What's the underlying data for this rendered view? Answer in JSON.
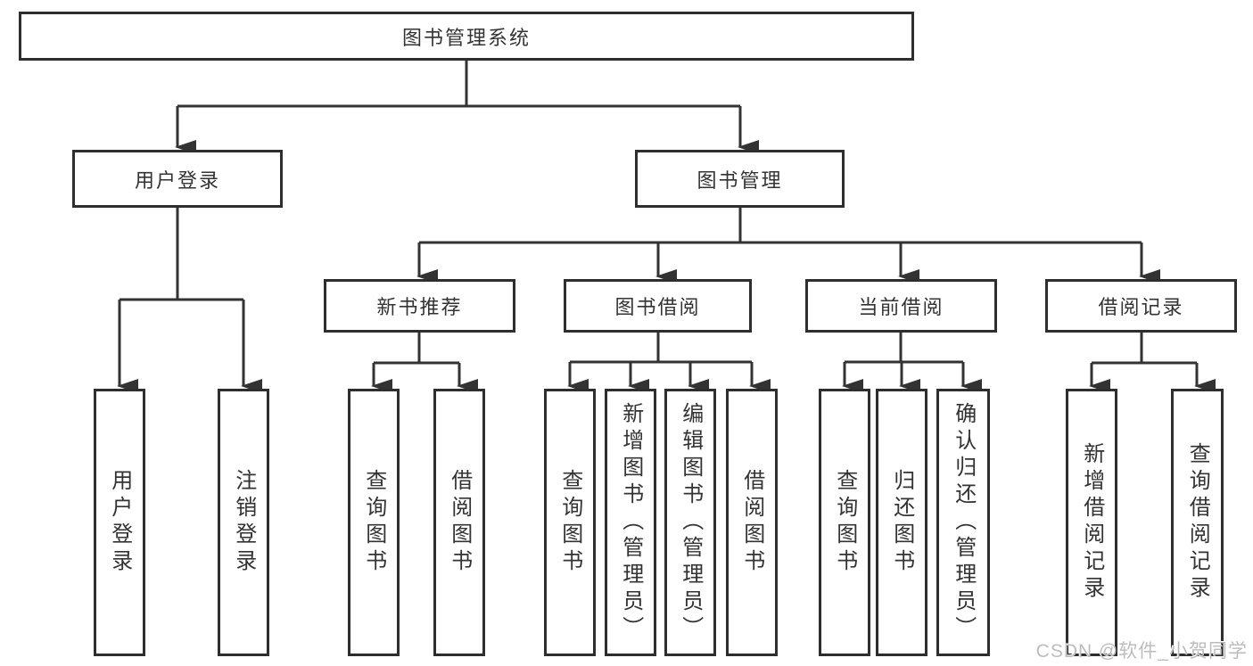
{
  "meta": {
    "background_color": "#ffffff",
    "line_color": "#333333",
    "box_border_color": "#2e2e2e",
    "box_fill_color": "#ffffff",
    "text_color": "#333333",
    "watermark_color": "#bcbcbc",
    "diagram_type": "hierarchy-tree"
  },
  "nodes": {
    "root": {
      "label": "图书管理系统"
    },
    "user_login": {
      "label": "用户登录"
    },
    "book_mgmt": {
      "label": "图书管理"
    },
    "new_book_rec": {
      "label": "新书推荐"
    },
    "book_borrow": {
      "label": "图书借阅"
    },
    "current_borrow": {
      "label": "当前借阅"
    },
    "borrow_records": {
      "label": "借阅记录"
    },
    "leaf_user_login": {
      "label": "用户登录"
    },
    "leaf_logout": {
      "label": "注销登录"
    },
    "leaf_nb_query": {
      "label": "查询图书"
    },
    "leaf_nb_borrow": {
      "label": "借阅图书"
    },
    "leaf_bb_query": {
      "label": "查询图书"
    },
    "leaf_bb_add": {
      "label": "新增图书（管理员）"
    },
    "leaf_bb_edit": {
      "label": "编辑图书（管理员）"
    },
    "leaf_bb_borrow": {
      "label": "借阅图书"
    },
    "leaf_cb_query": {
      "label": "查询图书"
    },
    "leaf_cb_return": {
      "label": "归还图书"
    },
    "leaf_cb_confirm": {
      "label": "确认归还（管理员）"
    },
    "leaf_br_add": {
      "label": "新增借阅记录"
    },
    "leaf_br_query": {
      "label": "查询借阅记录"
    }
  },
  "edges": [
    [
      "root",
      "user_login"
    ],
    [
      "root",
      "book_mgmt"
    ],
    [
      "user_login",
      "leaf_user_login"
    ],
    [
      "user_login",
      "leaf_logout"
    ],
    [
      "book_mgmt",
      "new_book_rec"
    ],
    [
      "book_mgmt",
      "book_borrow"
    ],
    [
      "book_mgmt",
      "current_borrow"
    ],
    [
      "book_mgmt",
      "borrow_records"
    ],
    [
      "new_book_rec",
      "leaf_nb_query"
    ],
    [
      "new_book_rec",
      "leaf_nb_borrow"
    ],
    [
      "book_borrow",
      "leaf_bb_query"
    ],
    [
      "book_borrow",
      "leaf_bb_add"
    ],
    [
      "book_borrow",
      "leaf_bb_edit"
    ],
    [
      "book_borrow",
      "leaf_bb_borrow"
    ],
    [
      "current_borrow",
      "leaf_cb_query"
    ],
    [
      "current_borrow",
      "leaf_cb_return"
    ],
    [
      "current_borrow",
      "leaf_cb_confirm"
    ],
    [
      "borrow_records",
      "leaf_br_add"
    ],
    [
      "borrow_records",
      "leaf_br_query"
    ]
  ],
  "watermark": {
    "text": "CSDN @软件_小贺同学"
  }
}
